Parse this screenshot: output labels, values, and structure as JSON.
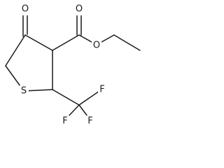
{
  "diagram": {
    "type": "chemical-structure",
    "atoms": {
      "oxo_oxygen": "O",
      "ester_carbonyl_oxygen": "O",
      "ester_ether_oxygen": "O",
      "ring_sulfur": "S",
      "fluorine_top": "F",
      "fluorine_left": "F",
      "fluorine_bottom": "F"
    }
  }
}
